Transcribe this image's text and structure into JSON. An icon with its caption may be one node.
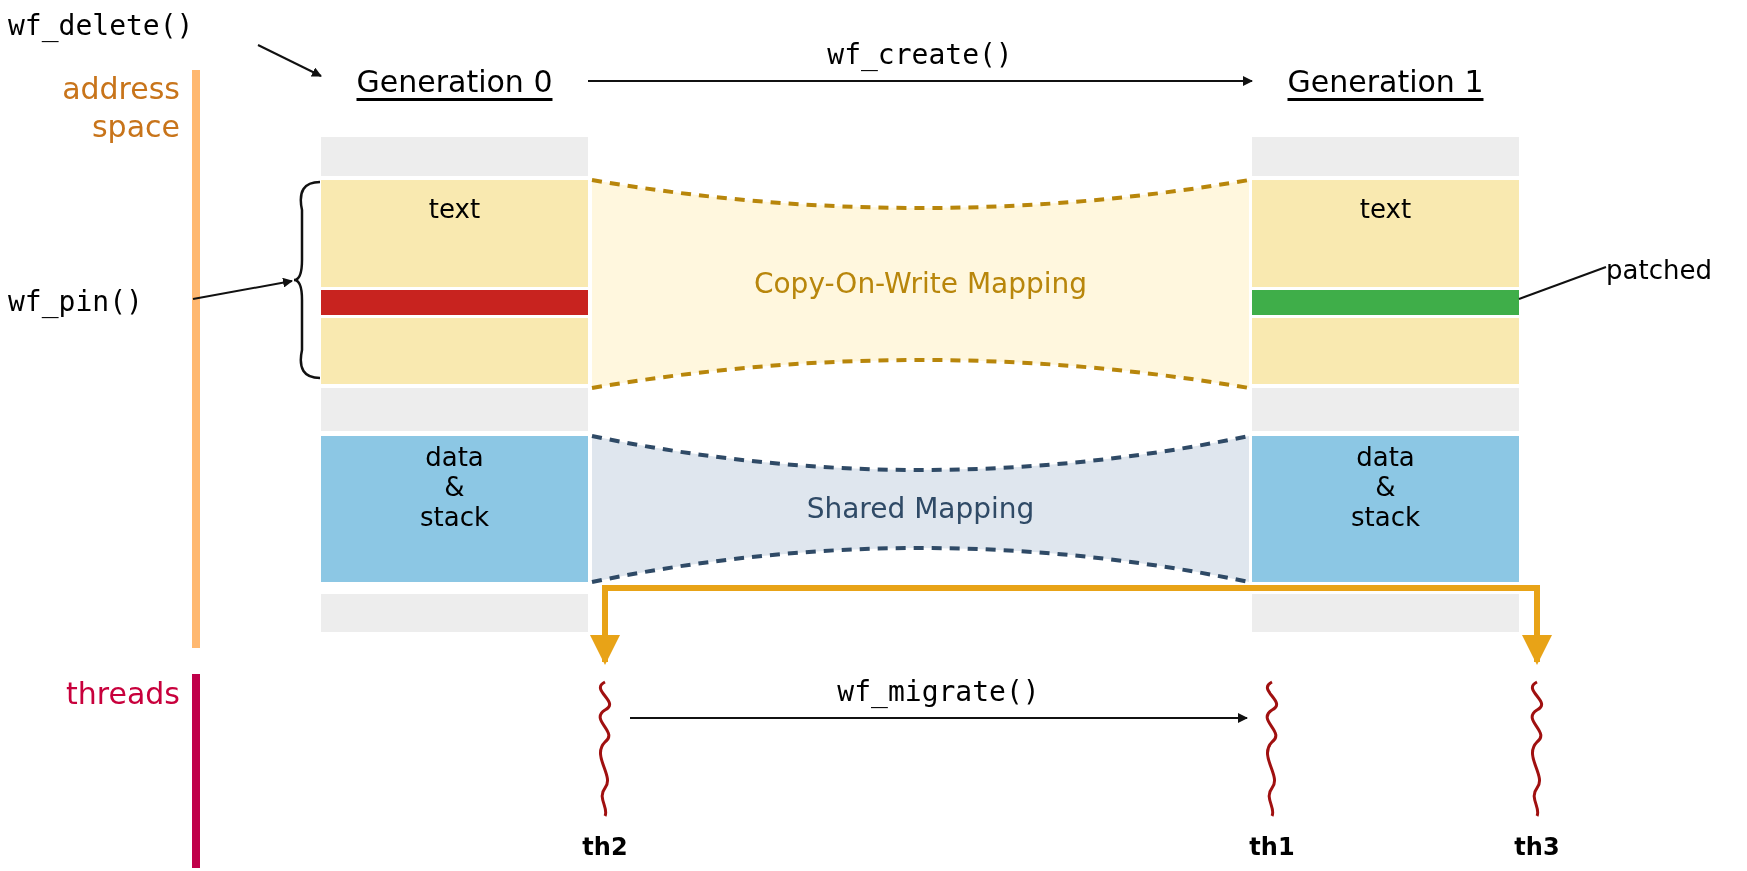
{
  "diagram": {
    "nodes": [
      {
        "text": [
          "wf_delete()"
        ]
      },
      {
        "text": [
          "Generation 0"
        ]
      },
      {
        "text": [],
        "shape": "bar",
        "in": 1
      },
      {
        "text": [
          "text"
        ],
        "in": 1
      },
      {
        "text": [],
        "shape": "bar",
        "in": 3
      },
      {
        "text": [],
        "shape": "bar",
        "in": 1
      },
      {
        "text": [
          "data & stack"
        ],
        "in": 1
      },
      {
        "text": [],
        "shape": "bar",
        "in": 1
      },
      {
        "text": [
          "Copy-On-Write Mapping"
        ]
      },
      {
        "text": [
          "Shared Mapping"
        ]
      },
      {
        "text": [
          "Generation 1"
        ]
      },
      {
        "text": [],
        "shape": "bar",
        "in": 10
      },
      {
        "text": [
          "text"
        ],
        "in": 10
      },
      {
        "text": [],
        "shape": "bar",
        "in": 12
      },
      {
        "text": [],
        "shape": "bar",
        "in": 10
      },
      {
        "text": [
          "data & stack"
        ],
        "in": 10
      },
      {
        "text": [],
        "shape": "bar",
        "in": 10
      },
      {
        "text": [
          "patched"
        ]
      },
      {
        "text": [
          "wf_pin()"
        ]
      },
      {
        "text": [],
        "shape": "brace"
      },
      {
        "text": [],
        "shape": "squiggle",
        "beside": [
          "th2"
        ]
      },
      {
        "text": [],
        "shape": "squiggle",
        "beside": [
          "th1"
        ]
      },
      {
        "text": [],
        "shape": "squiggle",
        "beside": [
          "th3"
        ]
      }
    ],
    "edges": [
      {
        "from": 0,
        "to": 1,
        "arrow": "to"
      },
      {
        "from": 1,
        "to": 10,
        "arrow": "to",
        "label": "wf_create()"
      },
      {
        "from": 18,
        "to": 19,
        "arrow": "to"
      },
      {
        "from": 17,
        "to": 13,
        "arrow": "none"
      },
      {
        "from": 20,
        "to": 21,
        "arrow": "to",
        "label": "wf_migrate()"
      },
      {
        "from": 20,
        "to": 22,
        "arrow": "both",
        "style": "thick",
        "color": "#e8a317"
      }
    ],
    "labels": [
      "address space",
      "threads"
    ]
  }
}
